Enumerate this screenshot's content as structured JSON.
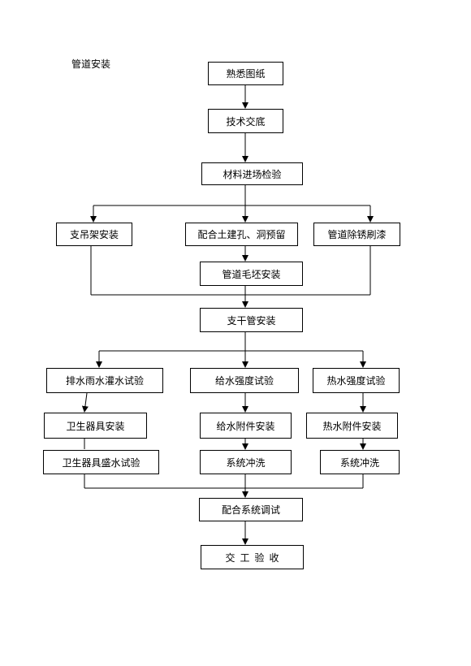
{
  "title": "管道安装",
  "steps": {
    "read_drawings": "熟悉图纸",
    "tech_briefing": "技术交底",
    "material_inspection": "材料进场检验",
    "support_install": "支吊架安装",
    "civil_coordination": "配合土建孔、洞预留",
    "derust_paint": "管道除锈刷漆",
    "blank_install": "管道毛坯安装",
    "branch_trunk_install": "支干管安装",
    "drain_fill_test": "排水雨水灌水试验",
    "supply_strength_test": "给水强度试验",
    "hot_strength_test": "热水强度试验",
    "sanitary_install": "卫生器具安装",
    "supply_fittings_install": "给水附件安装",
    "hot_fittings_install": "热水附件安装",
    "sanitary_fill_test": "卫生器具盛水试验",
    "supply_flush": "系统冲洗",
    "hot_flush": "系统冲洗",
    "system_commissioning": "配合系统调试",
    "handover_acceptance": "交工验收"
  }
}
